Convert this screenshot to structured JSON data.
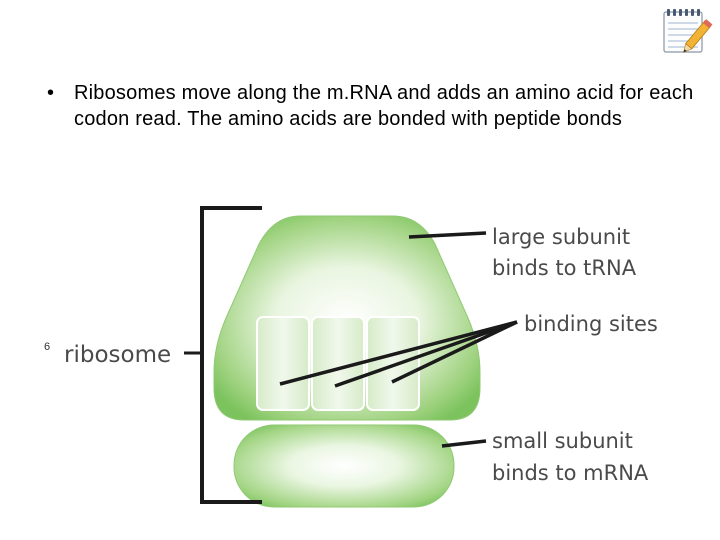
{
  "slide": {
    "bullet_text": "Ribosomes move along the m.RNA and adds an amino acid for each codon read.  The amino acids are bonded with peptide bonds",
    "bullet_symbol": "•",
    "page_number": "6"
  },
  "diagram": {
    "ribosome_label": "ribosome",
    "large_subunit": {
      "line1": "large subunit",
      "line2": "binds to tRNA"
    },
    "binding_sites_label": "binding sites",
    "small_subunit": {
      "line1": "small subunit",
      "line2": "binds to mRNA"
    },
    "binding_site_count": 3
  },
  "colors": {
    "subunit_edge": "#7cc35e",
    "subunit_center": "#ffffff",
    "site_fill": "#e3f1d9",
    "bracket": "#1a1a1a",
    "label_text": "#4a4a4a"
  },
  "icons": {
    "corner_icon": "notepad-pencil-icon"
  }
}
